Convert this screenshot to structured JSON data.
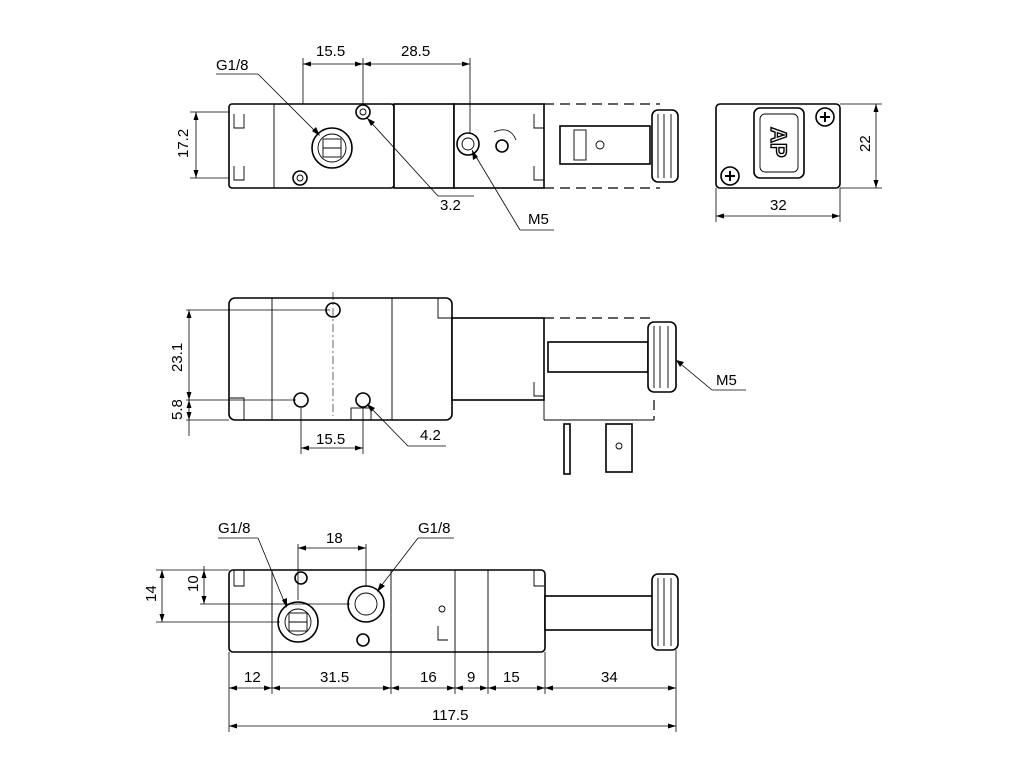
{
  "top_view": {
    "label_port": "G1/8",
    "dim_15_5": "15.5",
    "dim_28_5": "28.5",
    "dim_17_2": "17.2",
    "dim_3_2": "3.2",
    "label_m5": "M5"
  },
  "end_view": {
    "dim_22": "22",
    "dim_32": "32"
  },
  "side_view": {
    "dim_23_1": "23.1",
    "dim_5_8": "5.8",
    "dim_15_5": "15.5",
    "dim_4_2": "4.2",
    "label_m5": "M5"
  },
  "bottom_view": {
    "label_port_left": "G1/8",
    "label_port_right": "G1/8",
    "dim_18": "18",
    "dim_14": "14",
    "dim_10": "10",
    "dim_12": "12",
    "dim_31_5": "31.5",
    "dim_16": "16",
    "dim_9": "9",
    "dim_15": "15",
    "dim_34": "34",
    "dim_117_5": "117.5"
  }
}
